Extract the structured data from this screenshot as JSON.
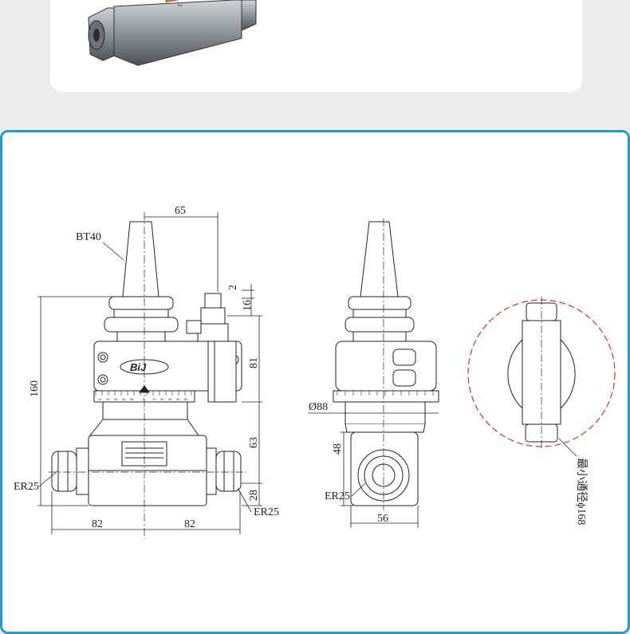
{
  "product_image": {
    "label_text": "BIJ"
  },
  "drawing": {
    "logo": "BiJ",
    "labels": {
      "bt40": "BT40",
      "er25_left": "ER25",
      "er25_right": "ER25",
      "er25_side": "ER25",
      "min_clearance": "最小通径ϕ168"
    },
    "dimensions": {
      "d65": "65",
      "d2": "2",
      "d16": "16",
      "d81": "81",
      "d160": "160",
      "d63": "63",
      "d28": "28",
      "d82_left": "82",
      "d82_right": "82",
      "d88": "Ø88",
      "d48": "48",
      "d56": "56"
    },
    "scale_ticks": [
      "10",
      "20",
      "30",
      "40",
      "50",
      "0",
      "10",
      "20",
      "30",
      "40",
      "50"
    ]
  },
  "colors": {
    "panel_border": "#1e9bd9",
    "page_bg": "#ececec",
    "tool_steel": "#8d939a",
    "plate_orange": "#e8862b",
    "circle_dash": "#c0392b"
  }
}
